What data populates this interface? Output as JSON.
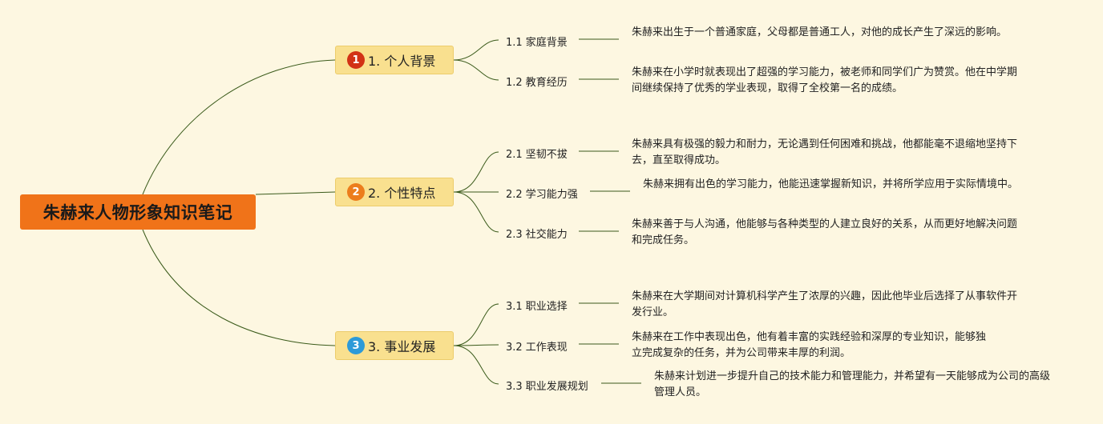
{
  "title": "朱赫来人物形象知识笔记",
  "colors": {
    "root": "#f07319",
    "branch": "#f9e08f",
    "line": "#3a5a1a",
    "background": "#fdf7e1"
  },
  "branches": [
    {
      "num": "1",
      "badge_color": "#d23215",
      "label": "1. 个人背景",
      "items": [
        {
          "label": "1.1 家庭背景",
          "text": "朱赫来出生于一个普通家庭，父母都是普通工人，对他的成长产生了深远的影响。"
        },
        {
          "label": "1.2 教育经历",
          "text": "朱赫来在小学时就表现出了超强的学习能力，被老师和同学们广为赞赏。他在中学期间继续保持了优秀的学业表现，取得了全校第一名的成绩。"
        }
      ]
    },
    {
      "num": "2",
      "badge_color": "#ec7d1c",
      "label": "2. 个性特点",
      "items": [
        {
          "label": "2.1 坚韧不拔",
          "text": "朱赫来具有极强的毅力和耐力，无论遇到任何困难和挑战，他都能毫不退缩地坚持下去，直至取得成功。"
        },
        {
          "label": "2.2 学习能力强",
          "text": "朱赫来拥有出色的学习能力，他能迅速掌握新知识，并将所学应用于实际情境中。"
        },
        {
          "label": "2.3 社交能力",
          "text": "朱赫来善于与人沟通，他能够与各种类型的人建立良好的关系，从而更好地解决问题和完成任务。"
        }
      ]
    },
    {
      "num": "3",
      "badge_color": "#2d9ad8",
      "label": "3. 事业发展",
      "items": [
        {
          "label": "3.1 职业选择",
          "text": "朱赫来在大学期间对计算机科学产生了浓厚的兴趣，因此他毕业后选择了从事软件开发行业。"
        },
        {
          "label": "3.2 工作表现",
          "text": "朱赫来在工作中表现出色，他有着丰富的实践经验和深厚的专业知识，能够独立完成复杂的任务，并为公司带来丰厚的利润。"
        },
        {
          "label": "3.3 职业发展规划",
          "text": "朱赫来计划进一步提升自己的技术能力和管理能力，并希望有一天能够成为公司的高级管理人员。"
        }
      ]
    }
  ]
}
